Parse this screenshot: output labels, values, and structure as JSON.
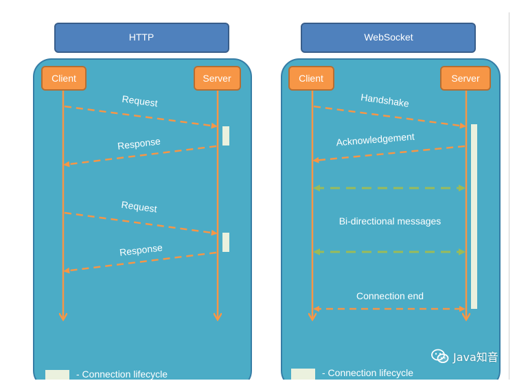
{
  "http": {
    "title": "HTTP",
    "client": "Client",
    "server": "Server",
    "messages": [
      "Request",
      "Response",
      "Request",
      "Response"
    ],
    "legend": "- Connection lifecycle"
  },
  "websocket": {
    "title": "WebSocket",
    "client": "Client",
    "server": "Server",
    "handshake": "Handshake",
    "acknowledgement": "Acknowledgement",
    "bidirectional": "Bi-directional messages",
    "connection_end": "Connection end",
    "legend": "- Connection lifecycle"
  },
  "watermark": {
    "text": "Java知音",
    "icon": "wechat-logo-icon"
  },
  "colors": {
    "header_fill": "#4f81bd",
    "header_border": "#385d8a",
    "panel_fill": "#4bacc6",
    "panel_border": "#357ca5",
    "node_fill": "#f79646",
    "node_border": "#b66d31",
    "lifeline": "#f79646",
    "message_arrow": "#f79646",
    "bidirectional_arrow": "#9bbb59",
    "lifecycle_bar": "#ebf1de"
  }
}
